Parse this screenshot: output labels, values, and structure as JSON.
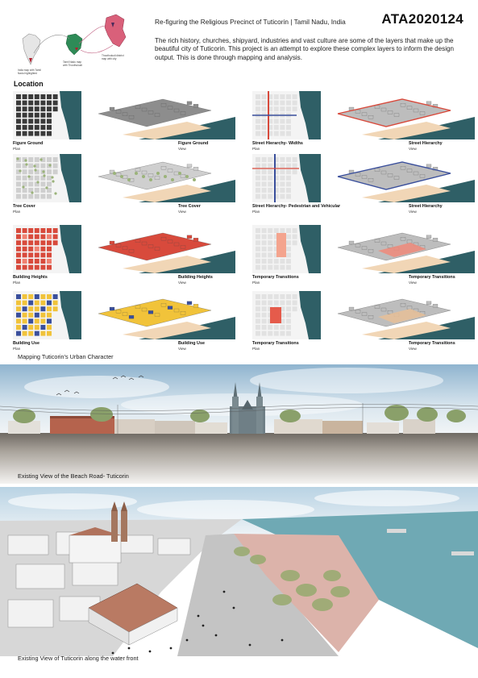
{
  "header": {
    "subtitle": "Re-figuring the Religious Precinct of Tuticorin  |  Tamil Nadu, India",
    "code": "ATA2020124",
    "intro": "The rich history, churches, shipyard, industries and vast culture are some of the layers that make up the beautiful city of Tuticorin. This project is an attempt to explore these complex layers to inform the design output. This is done through mapping and analysis.",
    "location_title": "Location"
  },
  "location_map": {
    "label_india": "India map with Tamil Nadu highlighted",
    "label_tn": "Tamil Nadu map with Thoothukudi highlighted",
    "label_city": "Thoothukudi district map with Thoothukudi city highlighted"
  },
  "mapping": {
    "left": [
      {
        "title": "Figure Ground",
        "plan": "Plan",
        "view_title": "Figure Ground",
        "view": "View",
        "theme": "figure"
      },
      {
        "title": "Tree Cover",
        "plan": "Plan",
        "view_title": "Tree Cover",
        "view": "View",
        "theme": "tree"
      },
      {
        "title": "Building Heights",
        "plan": "Plan",
        "view_title": "Building Heights",
        "view": "View",
        "theme": "height"
      },
      {
        "title": "Building Use",
        "plan": "Plan",
        "view_title": "Building Use",
        "view": "View",
        "theme": "use"
      }
    ],
    "right": [
      {
        "title": "Street Hierarchy- Widths",
        "plan": "Plan",
        "view_title": "Street Hierarchy",
        "view": "View",
        "theme": "street1"
      },
      {
        "title": "Street Hierarchy- Pedestrian and Vehicular",
        "plan": "Plan",
        "view_title": "Street Hierarchy",
        "view": "View",
        "theme": "street2"
      },
      {
        "title": "Temporary Transitions",
        "plan": "Plan",
        "view_title": "Temporary Transitions",
        "view": "View",
        "theme": "temp1"
      },
      {
        "title": "Temporary Transitions",
        "plan": "Plan",
        "view_title": "Temporary Transitions",
        "view": "View",
        "theme": "temp2"
      }
    ]
  },
  "captions": {
    "mapping": "Mapping Tuticorin's Urban Character",
    "elevation": "Existing View of the Beach Road- Tuticorin",
    "perspective": "Existing View of Tuticorin along the water front"
  },
  "colors": {
    "sea": "#2f5f66",
    "brick": "#b5634d",
    "red_build": "#d84a3c",
    "yellow_use": "#f1c33a",
    "blue_use": "#3a4f9c",
    "sand": "#f1d6b6",
    "tree": "#9bb37a",
    "plaza": "#dcb3aa"
  }
}
